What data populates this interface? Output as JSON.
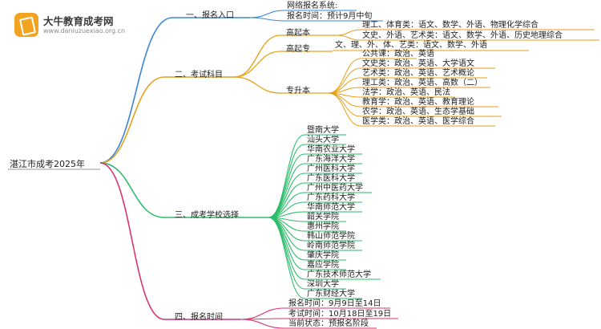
{
  "logo": {
    "title": "大牛教育成考网",
    "url": "www.daniuzuexiao.org.cn"
  },
  "root": "湛江市成考2025年",
  "branches": {
    "b1": {
      "label": "一、报名入口",
      "color": "#3a86d9",
      "items": [
        "网络报名系统:",
        "报名时间：预计9月中旬"
      ]
    },
    "b2": {
      "label": "二、考试科目",
      "color": "#e6a11a",
      "groups": {
        "g1": {
          "label": "高起本",
          "items": [
            "理工、体育类：语文、数学、外语、物理化学综合",
            "文史、外语、艺术类：语文、数学、外语、历史地理综合"
          ]
        },
        "g2": {
          "label": "高起专",
          "items": [
            "文、理、外、体、艺类：语文、数学、外语"
          ]
        },
        "g3": {
          "label": "专升本",
          "items": [
            "公共课：政治、英语",
            "文史类：政治、英语、大学语文",
            "艺术类：政治、英语、艺术概论",
            "理工类：政治、英语、高数（二）",
            "法学：政治、英语、民法",
            "教育学：政治、英语、教育理论",
            "农学：政治、英语、生态学基础",
            "医学类：政治、英语、医学综合"
          ]
        }
      }
    },
    "b3": {
      "label": "三、成考学校选择",
      "color": "#2bbd6a",
      "items": [
        "暨南大学",
        "汕头大学",
        "华南农业大学",
        "广东海洋大学",
        "广州医科大学",
        "广东医科大学",
        "广州中医药大学",
        "广东药科大学",
        "华南师范大学",
        "韶关学院",
        "惠州学院",
        "韩山师范学院",
        "岭南师范学院",
        "肇庆学院",
        "嘉应学院",
        "广东技术师范大学",
        "深圳大学",
        "广东财经大学"
      ]
    },
    "b4": {
      "label": "四、报名时间",
      "color": "#d9336b",
      "items": [
        "报名时间：9月9日至14日",
        "考试时间：10月18日至19日",
        "当前状态：预报名阶段"
      ]
    }
  }
}
